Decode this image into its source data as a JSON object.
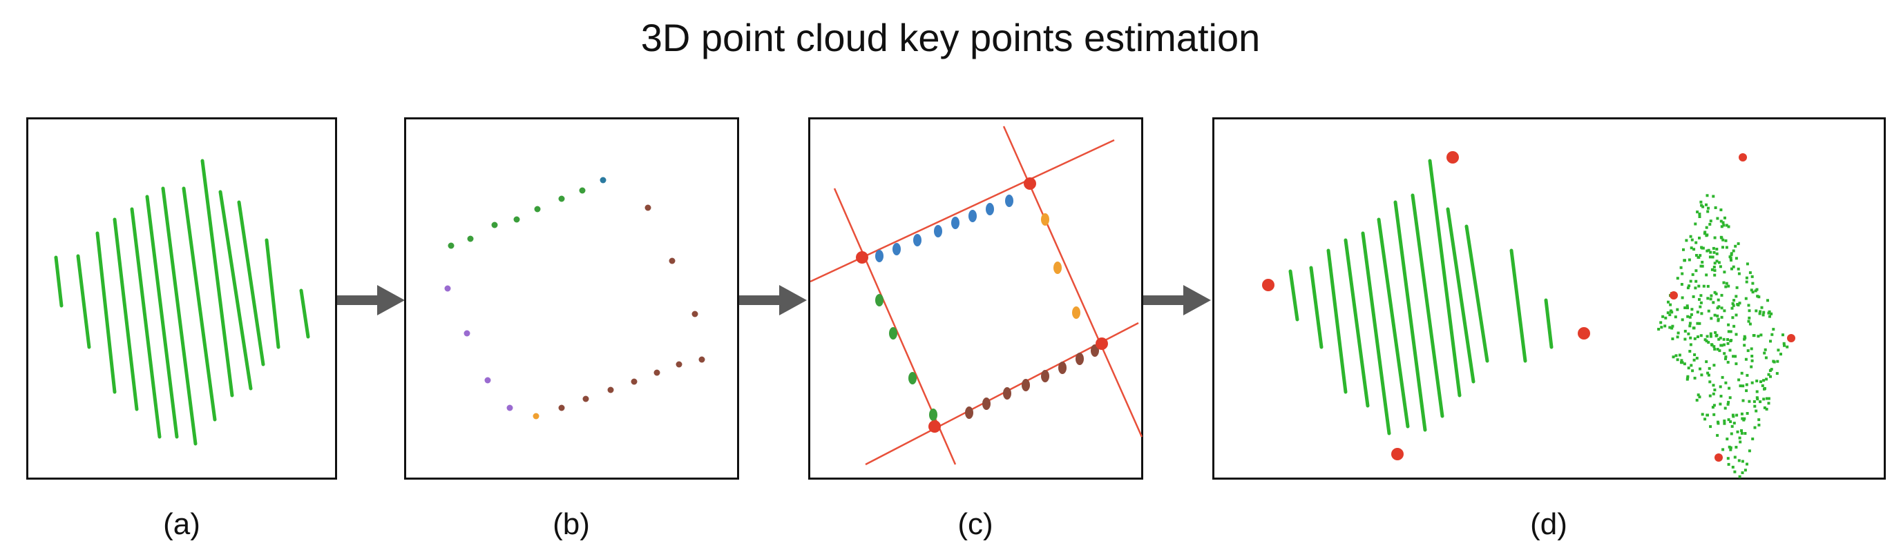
{
  "title": "3D point cloud key points estimation",
  "captions": {
    "a": "(a)",
    "b": "(b)",
    "c": "(c)",
    "d": "(d)"
  },
  "colors": {
    "scan_green": "#2db52d",
    "point_green": "#3a9e3a",
    "blue": "#3b7fc4",
    "red_line": "#e8503a",
    "keypoint_red": "#e23b2a",
    "orange": "#f0a030",
    "purple": "#9a6bd0",
    "brown": "#8c4a3a",
    "teal": "#2a7aa0",
    "arrow_gray": "#5a5a5a"
  },
  "panels": [
    "scan-lines",
    "edge-points-clusters",
    "fitted-lines-corners",
    "keypoints-overlay"
  ]
}
